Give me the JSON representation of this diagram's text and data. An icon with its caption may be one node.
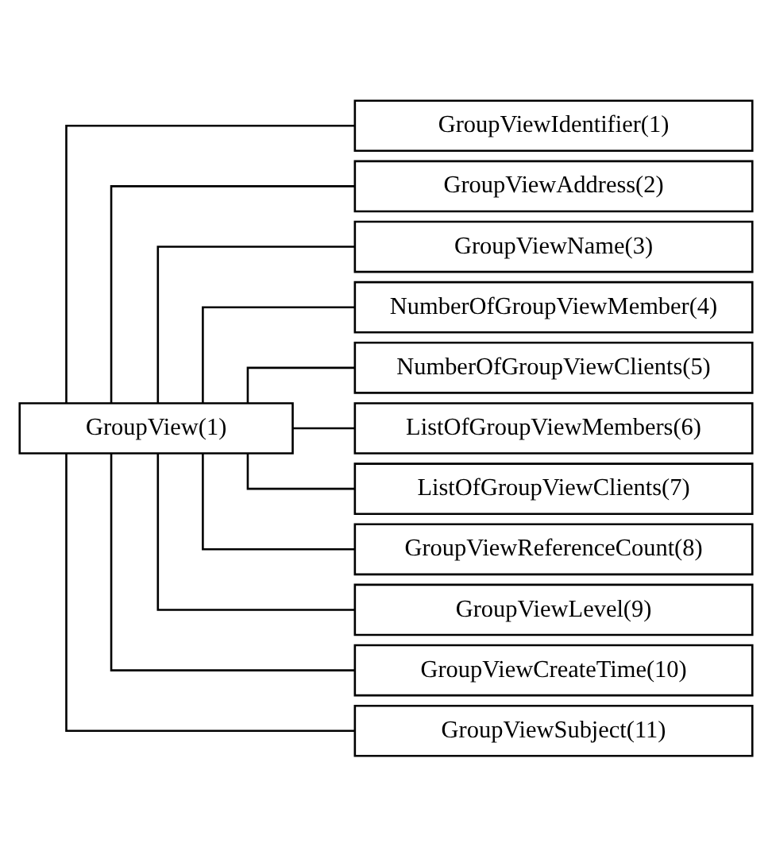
{
  "diagram": {
    "nodes": [
      {
        "text": [
          "GroupView(1)"
        ]
      },
      {
        "text": [
          "GroupViewIdentifier(1)"
        ]
      },
      {
        "text": [
          "GroupViewAddress(2)"
        ]
      },
      {
        "text": [
          "GroupViewName(3)"
        ]
      },
      {
        "text": [
          "NumberOfGroupViewMember(4)"
        ]
      },
      {
        "text": [
          "NumberOfGroupViewClients(5)"
        ]
      },
      {
        "text": [
          "ListOfGroupViewMembers(6)"
        ]
      },
      {
        "text": [
          "ListOfGroupViewClients(7)"
        ]
      },
      {
        "text": [
          "GroupViewReferenceCount(8)"
        ]
      },
      {
        "text": [
          "GroupViewLevel(9)"
        ]
      },
      {
        "text": [
          "GroupViewCreateTime(10)"
        ]
      },
      {
        "text": [
          "GroupViewSubject(11)"
        ]
      }
    ],
    "edges": [
      {
        "from": 0,
        "to": 1,
        "arrow": "none"
      },
      {
        "from": 0,
        "to": 2,
        "arrow": "none"
      },
      {
        "from": 0,
        "to": 3,
        "arrow": "none"
      },
      {
        "from": 0,
        "to": 4,
        "arrow": "none"
      },
      {
        "from": 0,
        "to": 5,
        "arrow": "none"
      },
      {
        "from": 0,
        "to": 6,
        "arrow": "none"
      },
      {
        "from": 0,
        "to": 7,
        "arrow": "none"
      },
      {
        "from": 0,
        "to": 8,
        "arrow": "none"
      },
      {
        "from": 0,
        "to": 9,
        "arrow": "none"
      },
      {
        "from": 0,
        "to": 10,
        "arrow": "none"
      },
      {
        "from": 0,
        "to": 11,
        "arrow": "none"
      }
    ]
  }
}
